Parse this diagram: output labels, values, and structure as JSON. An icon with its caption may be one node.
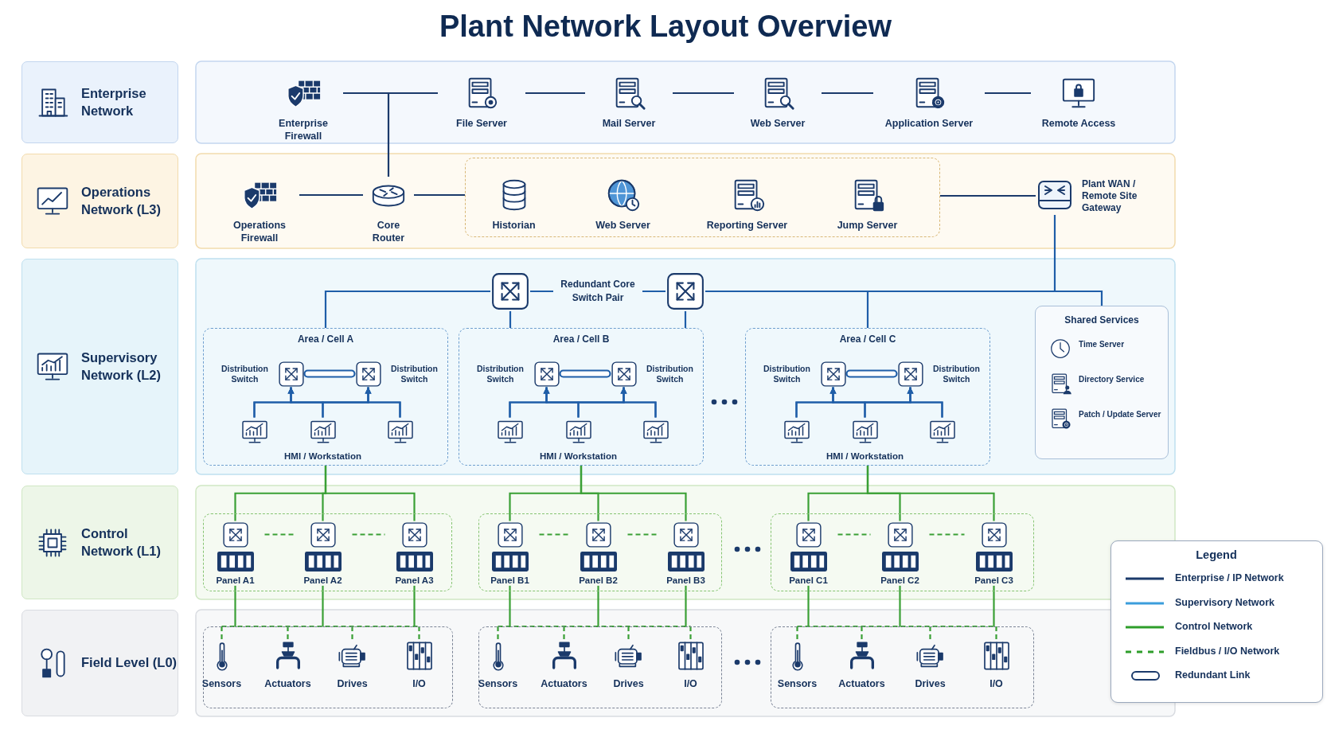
{
  "diagram": {
    "title": "Plant Network Layout Overview",
    "nodes": [
      {
        "text": [
          "Enterprise Network"
        ]
      },
      {
        "text": [
          "Enterprise Firewall"
        ]
      },
      {
        "text": [
          "File Server"
        ]
      },
      {
        "text": [
          "Mail Server"
        ]
      },
      {
        "text": [
          "Web Server"
        ]
      },
      {
        "text": [
          "Application Server"
        ]
      },
      {
        "text": [
          "Remote Access"
        ]
      },
      {
        "text": [
          "Operations Network (L3)"
        ]
      },
      {
        "text": [
          "Operations Firewall"
        ]
      },
      {
        "text": [
          "Core Router"
        ]
      },
      {
        "text": [],
        "shape": "box"
      },
      {
        "text": [
          "Historian"
        ],
        "in": 10
      },
      {
        "text": [
          "Web Server"
        ],
        "in": 10
      },
      {
        "text": [
          "Reporting Server"
        ],
        "in": 10
      },
      {
        "text": [
          "Jump Server"
        ],
        "in": 10
      },
      {
        "text": [
          "Plant WAN / Remote Site Gateway"
        ]
      },
      {
        "text": [
          "Supervisory Network (L2)"
        ]
      },
      {
        "text": [],
        "shape": "box"
      },
      {
        "text": [],
        "shape": "box"
      },
      {
        "text": [
          "Area / Cell A"
        ]
      },
      {
        "text": [
          "Distribution Switch"
        ],
        "in": 19
      },
      {
        "text": [
          "Distribution Switch"
        ],
        "in": 19
      },
      {
        "text": [],
        "shape": "monitor",
        "in": 19
      },
      {
        "text": [],
        "shape": "monitor",
        "in": 19,
        "beside": [
          "HMI / Workstation"
        ]
      },
      {
        "text": [],
        "shape": "monitor",
        "in": 19
      },
      {
        "text": [
          "Area / Cell B"
        ]
      },
      {
        "text": [
          "Distribution Switch"
        ],
        "in": 25
      },
      {
        "text": [
          "Distribution Switch"
        ],
        "in": 25
      },
      {
        "text": [],
        "shape": "monitor",
        "in": 25
      },
      {
        "text": [],
        "shape": "monitor",
        "in": 25,
        "beside": [
          "HMI / Workstation"
        ]
      },
      {
        "text": [],
        "shape": "monitor",
        "in": 25
      },
      {
        "text": [
          "Area / Cell C"
        ]
      },
      {
        "text": [
          "Distribution Switch"
        ],
        "in": 31
      },
      {
        "text": [
          "Distribution Switch"
        ],
        "in": 31
      },
      {
        "text": [],
        "shape": "monitor",
        "in": 31
      },
      {
        "text": [],
        "shape": "monitor",
        "in": 31,
        "beside": [
          "HMI / Workstation"
        ]
      },
      {
        "text": [],
        "shape": "monitor",
        "in": 31
      },
      {
        "text": [
          "Shared Services",
          "Time Server",
          "Directory Service",
          "Patch / Update Server"
        ]
      },
      {
        "text": [
          "Control Network (L1)"
        ]
      },
      {
        "text": [],
        "shape": "box"
      },
      {
        "text": [
          "Panel A1"
        ],
        "in": 39
      },
      {
        "text": [
          "Panel A2"
        ],
        "in": 39
      },
      {
        "text": [
          "Panel A3"
        ],
        "in": 39
      },
      {
        "text": [],
        "shape": "box"
      },
      {
        "text": [
          "Panel B1"
        ],
        "in": 43
      },
      {
        "text": [
          "Panel B2"
        ],
        "in": 43
      },
      {
        "text": [
          "Panel B3"
        ],
        "in": 43
      },
      {
        "text": [],
        "shape": "box"
      },
      {
        "text": [
          "Panel C1"
        ],
        "in": 47
      },
      {
        "text": [
          "Panel C2"
        ],
        "in": 47
      },
      {
        "text": [
          "Panel C3"
        ],
        "in": 47
      },
      {
        "text": [
          "Field Level (L0)"
        ]
      },
      {
        "text": [],
        "shape": "box"
      },
      {
        "text": [
          "Sensors"
        ],
        "in": 52
      },
      {
        "text": [
          "Actuators"
        ],
        "in": 52
      },
      {
        "text": [
          "Drives"
        ],
        "in": 52
      },
      {
        "text": [
          "I/O"
        ],
        "in": 52
      },
      {
        "text": [],
        "shape": "box"
      },
      {
        "text": [
          "Sensors"
        ],
        "in": 57
      },
      {
        "text": [
          "Actuators"
        ],
        "in": 57
      },
      {
        "text": [
          "Drives"
        ],
        "in": 57
      },
      {
        "text": [
          "I/O"
        ],
        "in": 57
      },
      {
        "text": [],
        "shape": "box"
      },
      {
        "text": [
          "Sensors"
        ],
        "in": 62
      },
      {
        "text": [
          "Actuators"
        ],
        "in": 62
      },
      {
        "text": [
          "Drives"
        ],
        "in": 62
      },
      {
        "text": [
          "I/O"
        ],
        "in": 62
      }
    ],
    "edges": [
      {
        "from": 1,
        "to": 2,
        "arrow": "none",
        "color": "#1b3a6b"
      },
      {
        "from": 2,
        "to": 3,
        "arrow": "none",
        "color": "#1b3a6b"
      },
      {
        "from": 3,
        "to": 4,
        "arrow": "none",
        "color": "#1b3a6b"
      },
      {
        "from": 4,
        "to": 5,
        "arrow": "none",
        "color": "#1b3a6b"
      },
      {
        "from": 5,
        "to": 6,
        "arrow": "none",
        "color": "#1b3a6b"
      },
      {
        "from": 1,
        "to": 9,
        "arrow": "none",
        "color": "#1b3a6b"
      },
      {
        "from": 8,
        "to": 9,
        "arrow": "none",
        "color": "#1b3a6b"
      },
      {
        "from": 9,
        "to": 10,
        "arrow": "none",
        "color": "#1b3a6b"
      },
      {
        "from": 10,
        "to": 15,
        "arrow": "none",
        "color": "#1b3a6b"
      },
      {
        "from": 15,
        "to": 18,
        "arrow": "none",
        "color": "#1f5ea8"
      },
      {
        "from": 17,
        "to": 18,
        "arrow": "none",
        "label": "Redundant Core Switch Pair",
        "color": "#1f5ea8"
      },
      {
        "from": 17,
        "to": 19,
        "arrow": "none",
        "color": "#1f5ea8"
      },
      {
        "from": 17,
        "to": 25,
        "arrow": "none",
        "color": "#1f5ea8"
      },
      {
        "from": 18,
        "to": 25,
        "arrow": "none",
        "color": "#1f5ea8"
      },
      {
        "from": 18,
        "to": 31,
        "arrow": "none",
        "color": "#1f5ea8"
      },
      {
        "from": 18,
        "to": 37,
        "arrow": "none",
        "color": "#1f5ea8"
      },
      {
        "from": 20,
        "to": 21,
        "arrow": "none",
        "style": "thick",
        "color": "#1f5ea8"
      },
      {
        "from": 22,
        "to": 20,
        "arrow": "to",
        "color": "#1f5ea8"
      },
      {
        "from": 22,
        "to": 21,
        "arrow": "to",
        "color": "#1f5ea8"
      },
      {
        "from": 23,
        "to": 20,
        "arrow": "to",
        "color": "#1f5ea8"
      },
      {
        "from": 23,
        "to": 21,
        "arrow": "to",
        "color": "#1f5ea8"
      },
      {
        "from": 24,
        "to": 20,
        "arrow": "to",
        "color": "#1f5ea8"
      },
      {
        "from": 24,
        "to": 21,
        "arrow": "to",
        "color": "#1f5ea8"
      },
      {
        "from": 26,
        "to": 27,
        "arrow": "none",
        "style": "thick",
        "color": "#1f5ea8"
      },
      {
        "from": 28,
        "to": 26,
        "arrow": "to",
        "color": "#1f5ea8"
      },
      {
        "from": 28,
        "to": 27,
        "arrow": "to",
        "color": "#1f5ea8"
      },
      {
        "from": 29,
        "to": 26,
        "arrow": "to",
        "color": "#1f5ea8"
      },
      {
        "from": 29,
        "to": 27,
        "arrow": "to",
        "color": "#1f5ea8"
      },
      {
        "from": 30,
        "to": 26,
        "arrow": "to",
        "color": "#1f5ea8"
      },
      {
        "from": 30,
        "to": 27,
        "arrow": "to",
        "color": "#1f5ea8"
      },
      {
        "from": 32,
        "to": 33,
        "arrow": "none",
        "style": "thick",
        "color": "#1f5ea8"
      },
      {
        "from": 34,
        "to": 32,
        "arrow": "to",
        "color": "#1f5ea8"
      },
      {
        "from": 34,
        "to": 33,
        "arrow": "to",
        "color": "#1f5ea8"
      },
      {
        "from": 35,
        "to": 32,
        "arrow": "to",
        "color": "#1f5ea8"
      },
      {
        "from": 35,
        "to": 33,
        "arrow": "to",
        "color": "#1f5ea8"
      },
      {
        "from": 36,
        "to": 32,
        "arrow": "to",
        "color": "#1f5ea8"
      },
      {
        "from": 36,
        "to": 33,
        "arrow": "to",
        "color": "#1f5ea8"
      },
      {
        "from": 19,
        "to": 40,
        "arrow": "none"
      },
      {
        "from": 19,
        "to": 41,
        "arrow": "none"
      },
      {
        "from": 19,
        "to": 42,
        "arrow": "none"
      },
      {
        "from": 25,
        "to": 44,
        "arrow": "none"
      },
      {
        "from": 25,
        "to": 45,
        "arrow": "none"
      },
      {
        "from": 25,
        "to": 46,
        "arrow": "none"
      },
      {
        "from": 31,
        "to": 48,
        "arrow": "none"
      },
      {
        "from": 31,
        "to": 49,
        "arrow": "none"
      },
      {
        "from": 31,
        "to": 50,
        "arrow": "none"
      },
      {
        "from": 40,
        "to": 41,
        "arrow": "none",
        "style": "dashed"
      },
      {
        "from": 41,
        "to": 42,
        "arrow": "none",
        "style": "dashed"
      },
      {
        "from": 44,
        "to": 45,
        "arrow": "none",
        "style": "dashed"
      },
      {
        "from": 45,
        "to": 46,
        "arrow": "none",
        "style": "dashed"
      },
      {
        "from": 48,
        "to": 49,
        "arrow": "none",
        "style": "dashed"
      },
      {
        "from": 49,
        "to": 50,
        "arrow": "none",
        "style": "dashed"
      },
      {
        "from": 40,
        "to": 52,
        "arrow": "none"
      },
      {
        "from": 41,
        "to": 52,
        "arrow": "none"
      },
      {
        "from": 42,
        "to": 52,
        "arrow": "none"
      },
      {
        "from": 44,
        "to": 57,
        "arrow": "none"
      },
      {
        "from": 45,
        "to": 57,
        "arrow": "none"
      },
      {
        "from": 46,
        "to": 57,
        "arrow": "none"
      },
      {
        "from": 48,
        "to": 62,
        "arrow": "none"
      },
      {
        "from": 49,
        "to": 62,
        "arrow": "none"
      },
      {
        "from": 50,
        "to": 62,
        "arrow": "none"
      },
      {
        "from": 52,
        "to": 53,
        "arrow": "none",
        "style": "dashed"
      },
      {
        "from": 52,
        "to": 54,
        "arrow": "none",
        "style": "dashed"
      },
      {
        "from": 52,
        "to": 55,
        "arrow": "none",
        "style": "dashed"
      },
      {
        "from": 52,
        "to": 56,
        "arrow": "none",
        "style": "dashed"
      },
      {
        "from": 57,
        "to": 58,
        "arrow": "none",
        "style": "dashed"
      },
      {
        "from": 57,
        "to": 59,
        "arrow": "none",
        "style": "dashed"
      },
      {
        "from": 57,
        "to": 60,
        "arrow": "none",
        "style": "dashed"
      },
      {
        "from": 57,
        "to": 61,
        "arrow": "none",
        "style": "dashed"
      },
      {
        "from": 62,
        "to": 63,
        "arrow": "none",
        "style": "dashed"
      },
      {
        "from": 62,
        "to": 64,
        "arrow": "none",
        "style": "dashed"
      },
      {
        "from": 62,
        "to": 65,
        "arrow": "none",
        "style": "dashed"
      },
      {
        "from": 62,
        "to": 66,
        "arrow": "none",
        "style": "dashed"
      }
    ],
    "labels": [
      "Legend"
    ],
    "legend": [
      {
        "text": "Enterprise / IP Network"
      },
      {
        "text": "Supervisory Network"
      },
      {
        "text": "Control Network"
      },
      {
        "text": "Fieldbus / I/O Network"
      },
      {
        "text": "Redundant Link"
      }
    ]
  }
}
